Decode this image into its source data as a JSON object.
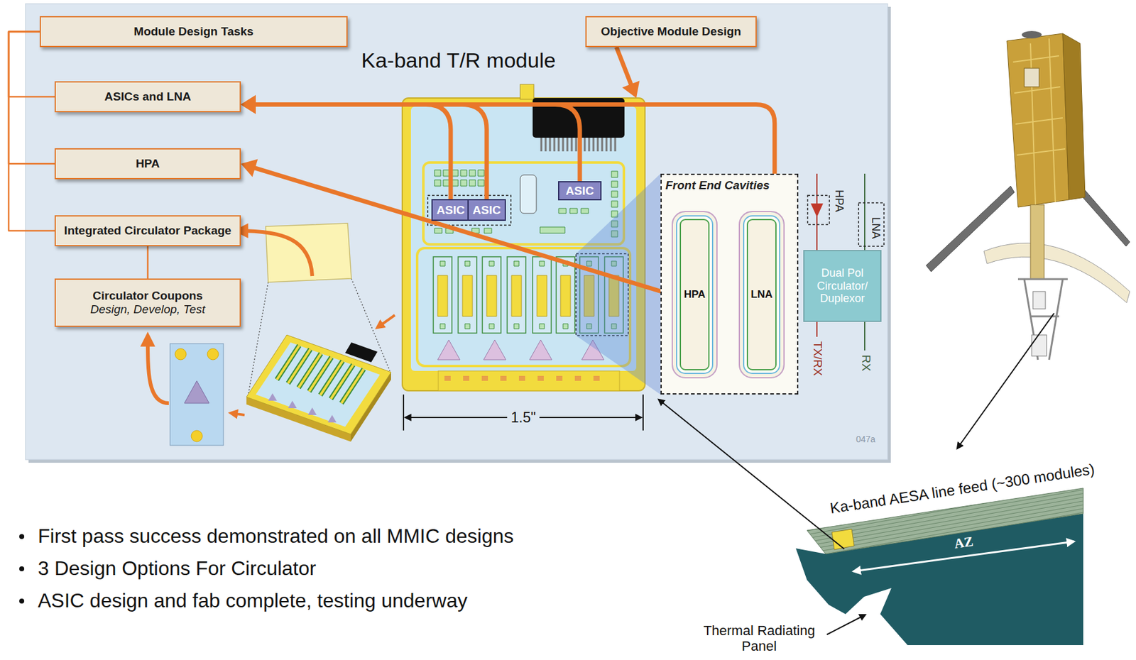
{
  "diagram": {
    "nodes": [
      {
        "text": [
          "Module Design Tasks"
        ]
      },
      {
        "text": [
          "Objective Module Design"
        ]
      },
      {
        "text": [
          "Ka-band T/R module"
        ]
      },
      {
        "text": [
          "ASIC"
        ],
        "in": 2
      },
      {
        "text": [
          "ASIC"
        ],
        "in": 2
      },
      {
        "text": [
          "ASIC"
        ],
        "in": 2
      },
      {
        "text": [
          "ASICs and LNA"
        ]
      },
      {
        "text": [
          "HPA"
        ]
      },
      {
        "text": [
          "Front End Cavities"
        ]
      },
      {
        "text": [
          "HPA"
        ],
        "in": 8
      },
      {
        "text": [
          "LNA"
        ],
        "in": 8
      },
      {
        "text": [
          "Dual Pol Circulator/ Duplexor"
        ]
      },
      {
        "text": [
          "Integrated Circulator Package"
        ]
      },
      {
        "text": [
          "Circulator Coupons",
          "Design, Develop, Test"
        ]
      }
    ],
    "edges": [
      {
        "from": 0,
        "to": 6,
        "arrow": "none"
      },
      {
        "from": 0,
        "to": 7,
        "arrow": "none"
      },
      {
        "from": 0,
        "to": 12,
        "arrow": "none"
      },
      {
        "from": 1,
        "to": 2,
        "arrow": "to"
      },
      {
        "from": 3,
        "to": 6,
        "arrow": "to"
      },
      {
        "from": 4,
        "to": 6,
        "arrow": "to"
      },
      {
        "from": 5,
        "to": 6,
        "arrow": "to"
      },
      {
        "from": 10,
        "to": 6,
        "arrow": "to"
      },
      {
        "from": 9,
        "to": 7,
        "arrow": "to"
      },
      {
        "from": 12,
        "to": 13,
        "arrow": "none"
      }
    ],
    "labels": [
      "1.5\"",
      "047a",
      "HPA",
      "LNA",
      "TX/RX",
      "RX",
      "Ka-band AESA line feed (~300 modules)",
      "AZ",
      "Thermal Radiating Panel",
      "First pass success demonstrated on all MMIC designs",
      "3 Design Options For Circulator",
      "ASIC design and fab complete, testing underway"
    ]
  }
}
